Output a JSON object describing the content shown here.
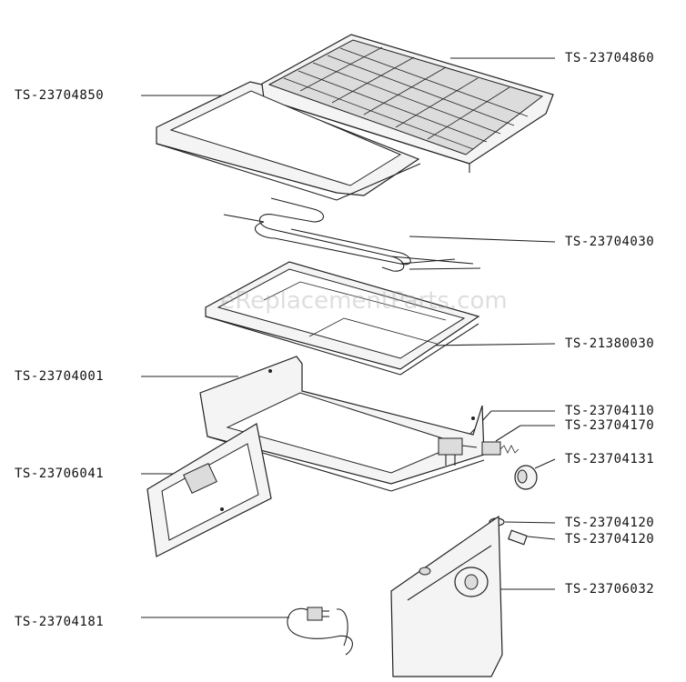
{
  "watermark": "eReplacementParts.com",
  "parts": [
    {
      "id": "grill-grid",
      "number": "TS-23704860"
    },
    {
      "id": "drip-tray-frame",
      "number": "TS-23704850"
    },
    {
      "id": "heating-element",
      "number": "TS-23704030"
    },
    {
      "id": "reflector-tray",
      "number": "TS-21380030"
    },
    {
      "id": "base-housing",
      "number": "TS-23704001"
    },
    {
      "id": "thermostat",
      "number": "TS-23704110"
    },
    {
      "id": "thermostat-spring",
      "number": "TS-23704170"
    },
    {
      "id": "control-knob",
      "number": "TS-23704131"
    },
    {
      "id": "side-panel-left",
      "number": "TS-23706041"
    },
    {
      "id": "indicator-lamp",
      "number": "TS-23704120"
    },
    {
      "id": "lamp-holder",
      "number": "TS-23704120"
    },
    {
      "id": "side-panel-right",
      "number": "TS-23706032"
    },
    {
      "id": "power-cord",
      "number": "TS-23704181"
    }
  ]
}
